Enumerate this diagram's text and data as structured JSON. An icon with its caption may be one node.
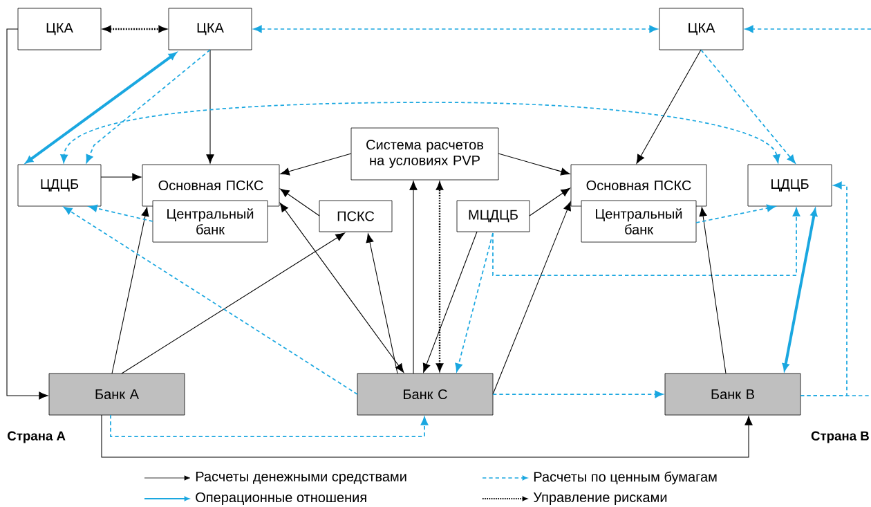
{
  "diagram": {
    "nodes": [
      {
        "text": [
          "ЦКА"
        ]
      },
      {
        "text": [
          "ЦКА"
        ]
      },
      {
        "text": [
          "ЦКА"
        ]
      },
      {
        "text": [
          "Система расчетов на условиях PVP"
        ]
      },
      {
        "text": [
          "ЦДЦБ"
        ]
      },
      {
        "text": [
          "Основная ПСКС"
        ]
      },
      {
        "text": [
          "Центральный банк"
        ]
      },
      {
        "text": [
          "ПСКС"
        ]
      },
      {
        "text": [
          "МЦДЦБ"
        ]
      },
      {
        "text": [
          "Основная ПСКС"
        ]
      },
      {
        "text": [
          "Центральный банк"
        ]
      },
      {
        "text": [
          "ЦДЦБ"
        ]
      },
      {
        "text": [
          "Банк А"
        ]
      },
      {
        "text": [
          "Банк С"
        ]
      },
      {
        "text": [
          "Банк В"
        ]
      }
    ],
    "edges": [
      {
        "from": 0,
        "to": 1,
        "arrow": "both",
        "style": "dashed"
      },
      {
        "from": 1,
        "to": 2,
        "arrow": "both",
        "style": "dashed",
        "color": "#1aa7e0"
      },
      {
        "from": null,
        "to": 2,
        "arrow": "to",
        "style": "dashed",
        "color": "#1aa7e0"
      },
      {
        "from": 1,
        "to": 5,
        "arrow": "to"
      },
      {
        "from": 4,
        "to": 1,
        "arrow": "both",
        "style": "thick",
        "color": "#1aa7e0"
      },
      {
        "from": 1,
        "to": 4,
        "arrow": "to",
        "style": "dashed",
        "color": "#1aa7e0"
      },
      {
        "from": 11,
        "to": 4,
        "arrow": "both",
        "style": "dashed",
        "color": "#1aa7e0"
      },
      {
        "from": 2,
        "to": 9,
        "arrow": "to"
      },
      {
        "from": 2,
        "to": 11,
        "arrow": "to",
        "style": "dashed",
        "color": "#1aa7e0"
      },
      {
        "from": 4,
        "to": 5,
        "arrow": "to"
      },
      {
        "from": 3,
        "to": 5,
        "arrow": "to"
      },
      {
        "from": 3,
        "to": 9,
        "arrow": "to"
      },
      {
        "from": 7,
        "to": 5,
        "arrow": "to"
      },
      {
        "from": 5,
        "to": 13,
        "arrow": "both"
      },
      {
        "from": 12,
        "to": 5,
        "arrow": "to"
      },
      {
        "from": 12,
        "to": 7,
        "arrow": "to"
      },
      {
        "from": 13,
        "to": 7,
        "arrow": "to"
      },
      {
        "from": 13,
        "to": 3,
        "arrow": "to"
      },
      {
        "from": 13,
        "to": 3,
        "arrow": "both",
        "style": "dashed"
      },
      {
        "from": 8,
        "to": 13,
        "arrow": "to"
      },
      {
        "from": 8,
        "to": 13,
        "arrow": "to",
        "style": "dashed",
        "color": "#1aa7e0"
      },
      {
        "from": 8,
        "to": 11,
        "arrow": "to",
        "style": "dashed",
        "color": "#1aa7e0"
      },
      {
        "from": 8,
        "to": 9,
        "arrow": "to"
      },
      {
        "from": 13,
        "to": 9,
        "arrow": "to"
      },
      {
        "from": 14,
        "to": 9,
        "arrow": "to"
      },
      {
        "from": 10,
        "to": 11,
        "arrow": "to",
        "style": "dashed",
        "color": "#1aa7e0"
      },
      {
        "from": 6,
        "to": 4,
        "arrow": "to",
        "style": "dashed",
        "color": "#1aa7e0"
      },
      {
        "from": 13,
        "to": 4,
        "arrow": "to",
        "style": "dashed",
        "color": "#1aa7e0"
      },
      {
        "from": 11,
        "to": 14,
        "arrow": "both",
        "style": "thick",
        "color": "#1aa7e0"
      },
      {
        "from": 13,
        "to": 14,
        "arrow": "to",
        "style": "dashed",
        "color": "#1aa7e0"
      },
      {
        "from": 12,
        "to": 13,
        "arrow": "to",
        "style": "dashed",
        "color": "#1aa7e0"
      },
      {
        "from": 12,
        "to": 14,
        "arrow": "to"
      },
      {
        "from": 0,
        "to": 12,
        "arrow": "to"
      },
      {
        "from": 14,
        "to": 11,
        "arrow": "to",
        "style": "dashed",
        "color": "#1aa7e0"
      },
      {
        "from": 14,
        "to": null,
        "arrow": "none",
        "style": "dashed",
        "color": "#1aa7e0"
      }
    ],
    "labels": [
      "Страна А",
      "Страна В"
    ],
    "legend": [
      {
        "text": "Расчеты денежными средствами"
      },
      {
        "text": "Расчеты по ценным бумагам"
      },
      {
        "text": "Операционные отношения"
      },
      {
        "text": "Управление рисками"
      }
    ]
  }
}
